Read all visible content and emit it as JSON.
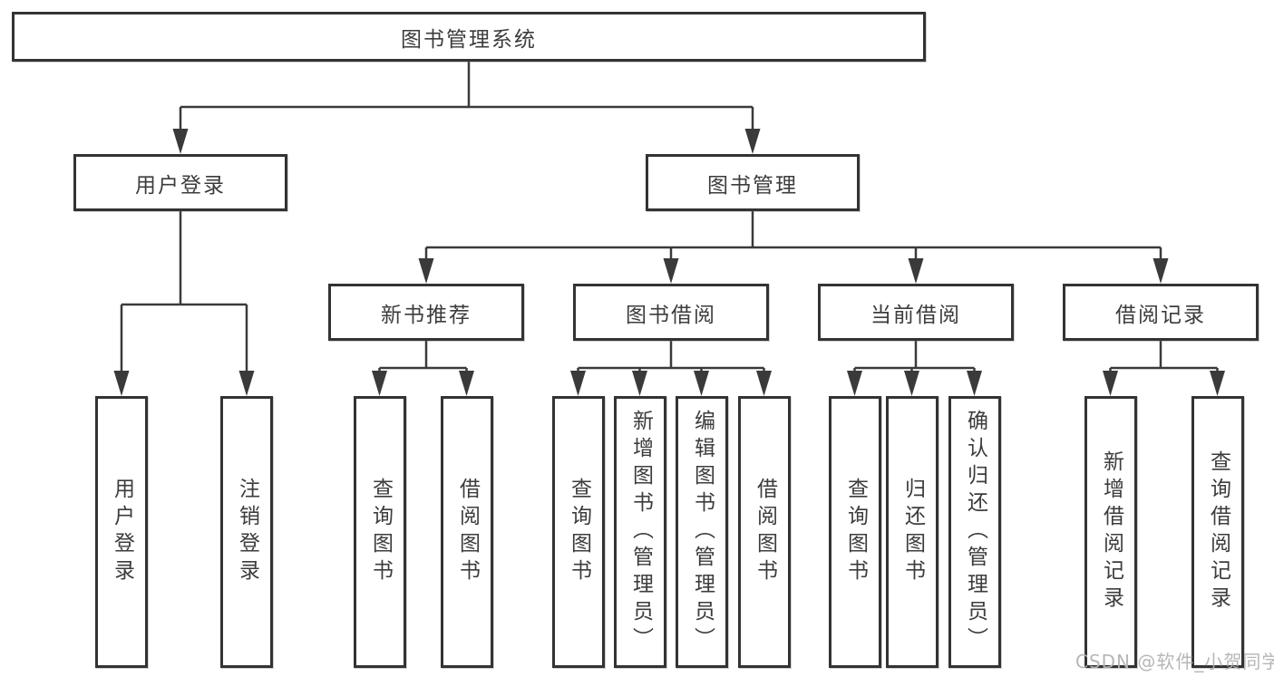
{
  "diagram": {
    "title": "图书管理系统",
    "branches": [
      {
        "label": "用户登录",
        "children": [
          "用户登录",
          "注销登录"
        ]
      },
      {
        "label": "图书管理",
        "sections": [
          {
            "label": "新书推荐",
            "children": [
              "查询图书",
              "借阅图书"
            ]
          },
          {
            "label": "图书借阅",
            "children": [
              "查询图书",
              "新增图书（管理员）",
              "编辑图书（管理员）",
              "借阅图书"
            ]
          },
          {
            "label": "当前借阅",
            "children": [
              "查询图书",
              "归还图书",
              "确认归还（管理员）"
            ]
          },
          {
            "label": "借阅记录",
            "children": [
              "新增借阅记录",
              "查询借阅记录"
            ]
          }
        ]
      }
    ]
  },
  "watermark": "CSDN @软件_小贺同学",
  "colors": {
    "line": "#3a3a3a",
    "border": "#333333",
    "text": "#3c3c3c",
    "watermark": "#b3b3b3",
    "background": "#ffffff"
  }
}
